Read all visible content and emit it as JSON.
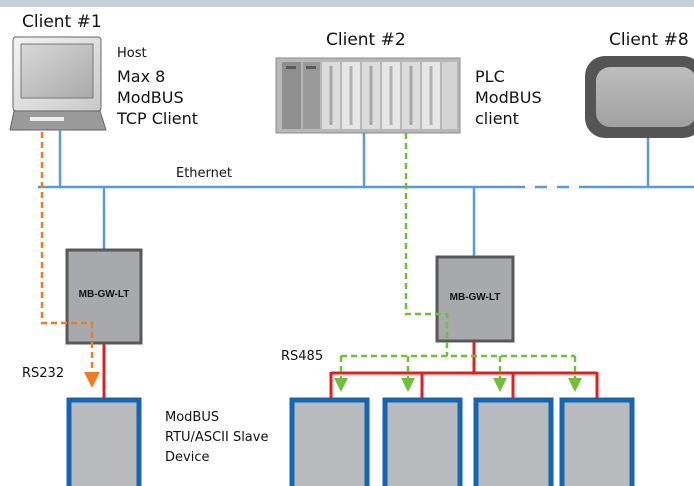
{
  "clients": {
    "c1": "Client #1",
    "c2": "Client #2",
    "c8": "Client #8"
  },
  "host": {
    "label": "Host",
    "desc": "Max 8\nModBUS\nTCP Client"
  },
  "plc": {
    "desc": "PLC\nModBUS\nclient"
  },
  "network": {
    "ethernet": "Ethernet",
    "rs232": "RS232",
    "rs485": "RS485"
  },
  "gateways": {
    "left": "MB-GW-LT",
    "right": "MB-GW-LT"
  },
  "slave": {
    "desc": "ModBUS\nRTU/ASCII Slave\nDevice"
  },
  "colors": {
    "ethernet": "#5b9bd5",
    "serial": "#e02020",
    "host_path": "#ee7d22",
    "plc_path": "#6fbf3b",
    "device_border": "#1565b0",
    "device_fill": "#b9babd",
    "gateway_fill": "#a7a9ac",
    "top_strip": "#c6cfd8"
  }
}
